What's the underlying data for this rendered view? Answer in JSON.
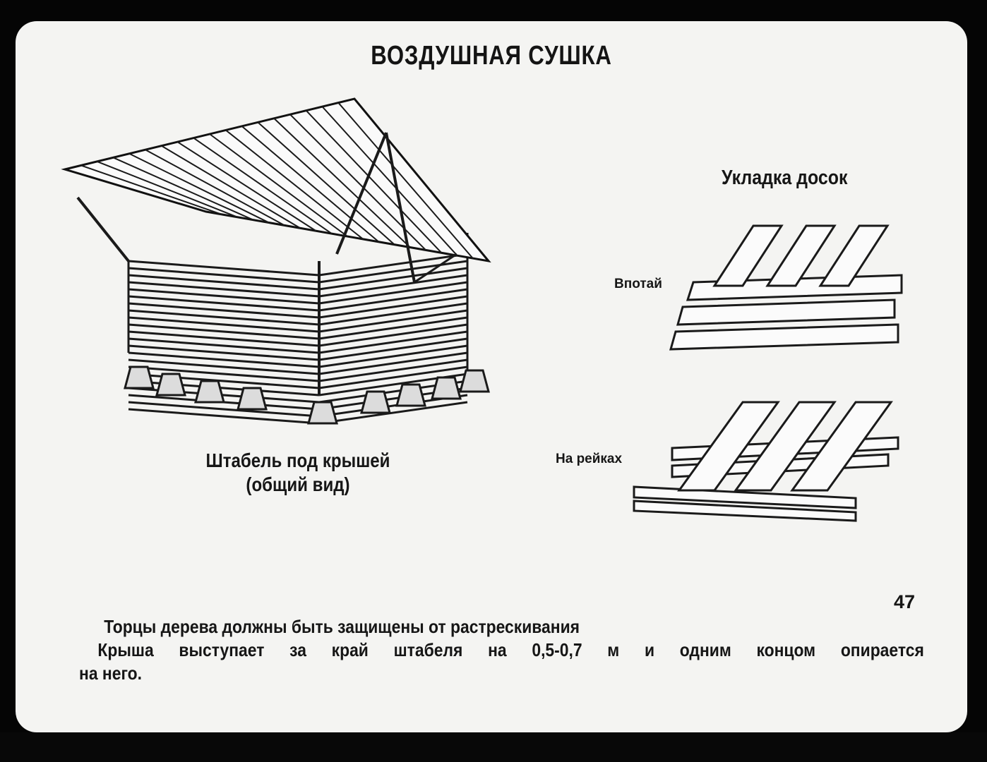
{
  "slide": {
    "title": "ВОЗДУШНАЯ СУШКА",
    "stack_caption_line1": "Штабель под крышей",
    "stack_caption_line2": "(общий вид)",
    "packing_title": "Укладка досок",
    "method_label_1": "Впотай",
    "method_label_2": "На рейках",
    "page_number": "47",
    "text_line1": "Торцы дерева должны быть защищены от растрескивания",
    "text_line2": "Крыша выступает за край штабеля на 0,5-0,7 м и одним концом опирается",
    "text_line3": "на него."
  },
  "colors": {
    "background": "#050505",
    "paper": "#f4f4f2",
    "ink": "#161616"
  }
}
